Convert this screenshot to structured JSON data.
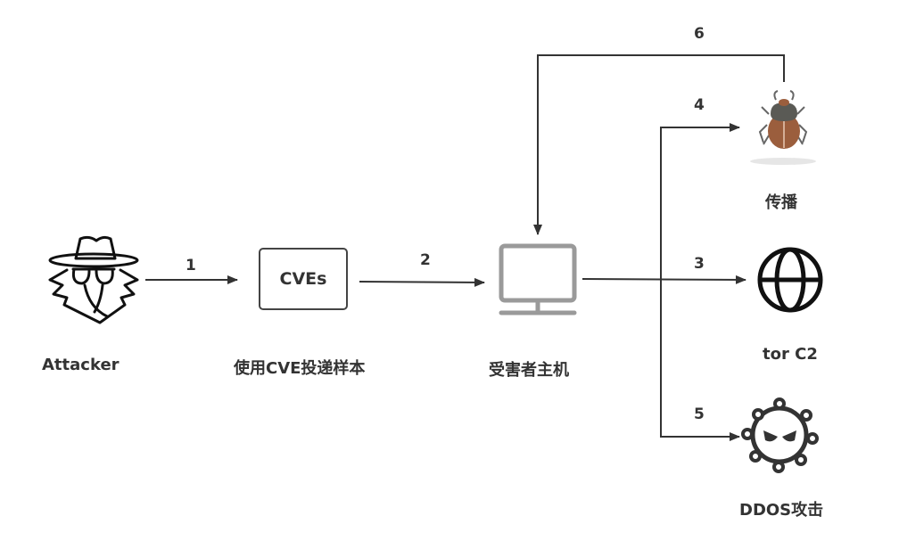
{
  "nodes": {
    "attacker": {
      "label": "Attacker",
      "icon": "spy-icon"
    },
    "cves": {
      "label": "使用CVE投递样本",
      "box_text": "CVEs"
    },
    "victim": {
      "label": "受害者主机",
      "icon": "monitor-icon"
    },
    "spread": {
      "label": "传播",
      "icon": "beetle-icon"
    },
    "c2": {
      "label": "tor C2",
      "icon": "globe-icon"
    },
    "ddos": {
      "label": "DDOS攻击",
      "icon": "virus-icon"
    }
  },
  "edges": [
    {
      "id": "1",
      "from": "attacker",
      "to": "cves"
    },
    {
      "id": "2",
      "from": "cves",
      "to": "victim"
    },
    {
      "id": "3",
      "from": "victim",
      "to": "c2"
    },
    {
      "id": "4",
      "from": "victim",
      "to": "spread"
    },
    {
      "id": "5",
      "from": "victim",
      "to": "ddos"
    },
    {
      "id": "6",
      "from": "spread",
      "to": "victim"
    }
  ],
  "colors": {
    "line": "#333333",
    "monitor": "#999999",
    "beetle_body": "#9b5e3d",
    "beetle_head": "#5a5a55"
  }
}
